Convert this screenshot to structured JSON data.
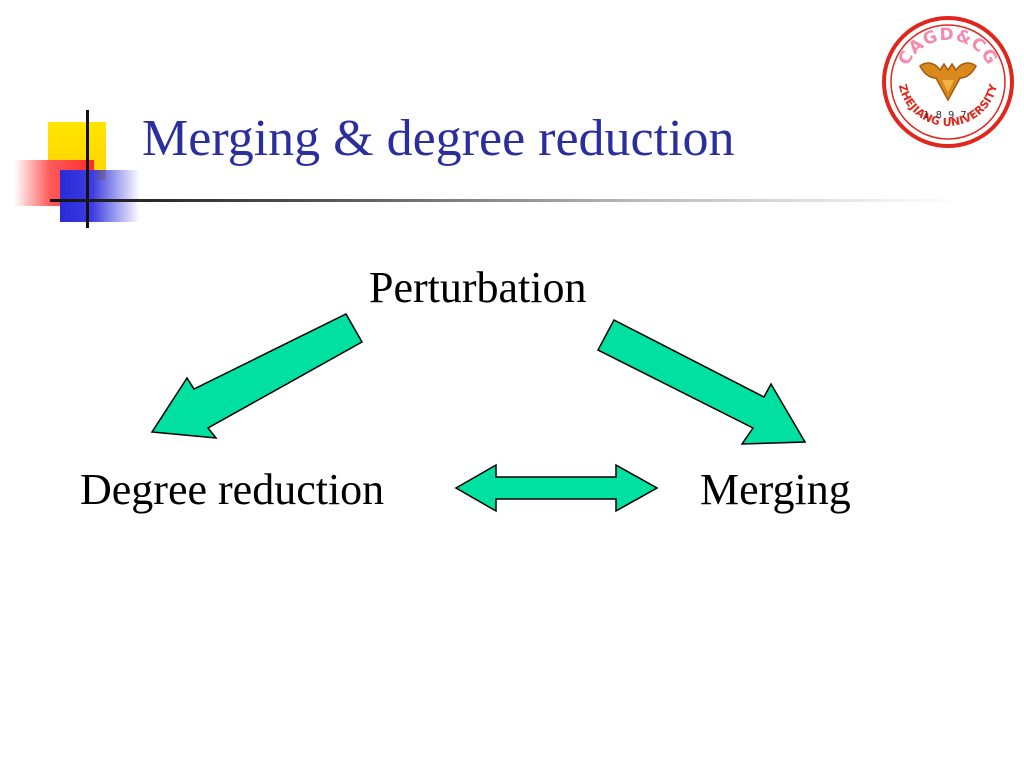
{
  "slide": {
    "title": "Merging & degree reduction"
  },
  "logo": {
    "top_text": "CAGD&CG",
    "year": "1897",
    "bottom_text": "ZHEJIANG UNIVERSITY"
  },
  "diagram": {
    "nodes": {
      "top": "Perturbation",
      "left": "Degree reduction",
      "right": "Merging"
    }
  },
  "colors": {
    "title": "#2b2f9e",
    "arrow_fill": "#00e0a0",
    "logo_ring": "#e0261d",
    "logo_text": "#f58ab0",
    "logo_emblem": "#d9891c"
  }
}
